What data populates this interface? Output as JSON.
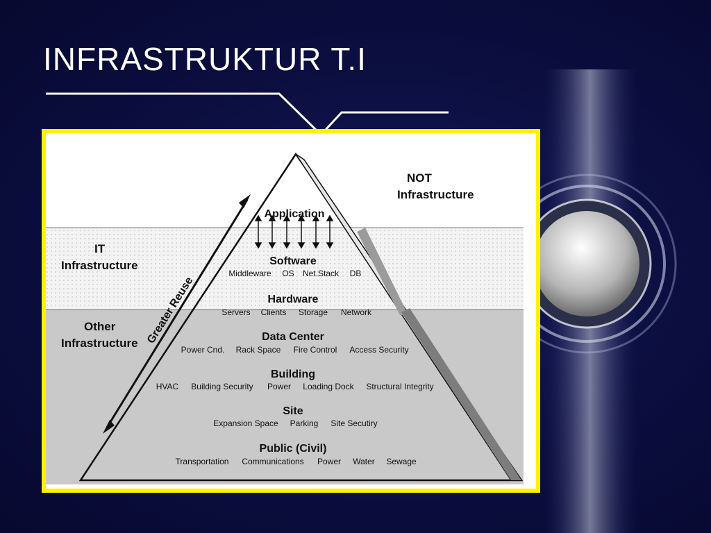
{
  "slide": {
    "title": "INFRASTRUKTUR T.I"
  },
  "colors": {
    "background": "#0b0e3f",
    "frame": "#fff200",
    "band_it": "#eeeeee",
    "band_other": "#c9c9c9",
    "pyramid_edge": "#111111"
  },
  "diagram": {
    "regions": {
      "not_infrastructure": "NOT Infrastructure",
      "it_infrastructure": [
        "IT",
        "Infrastructure"
      ],
      "other_infrastructure": [
        "Other",
        "Infrastructure"
      ]
    },
    "not_label_lines": [
      "NOT",
      "Infrastructure"
    ],
    "arrow_label": "Greater Reuse",
    "layers": [
      {
        "name": "Application",
        "items": []
      },
      {
        "name": "Software",
        "items": [
          "Middleware",
          "OS",
          "Net.Stack",
          "DB"
        ]
      },
      {
        "name": "Hardware",
        "items": [
          "Servers",
          "Clients",
          "Storage",
          "Network"
        ]
      },
      {
        "name": "Data Center",
        "items": [
          "Power Cnd.",
          "Rack Space",
          "Fire Control",
          "Access Security"
        ]
      },
      {
        "name": "Building",
        "items": [
          "HVAC",
          "Building Security",
          "Power",
          "Loading Dock",
          "Structural Integrity"
        ]
      },
      {
        "name": "Site",
        "items": [
          "Expansion Space",
          "Parking",
          "Site Secutiry"
        ]
      },
      {
        "name": "Public (Civil)",
        "items": [
          "Transportation",
          "Communications",
          "Power",
          "Water",
          "Sewage"
        ]
      }
    ]
  }
}
